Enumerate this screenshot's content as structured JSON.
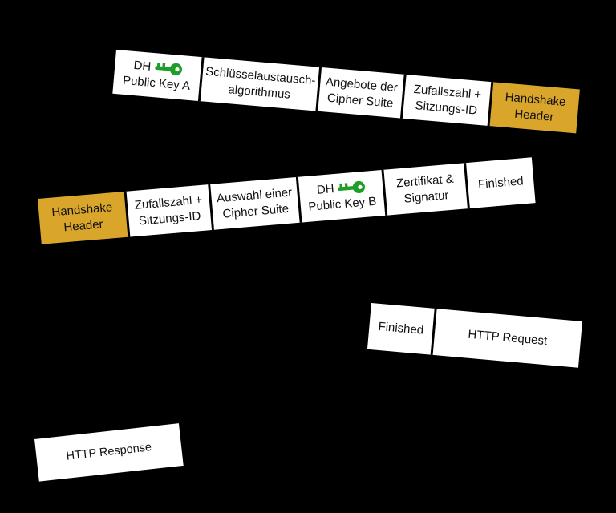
{
  "page": {
    "background": "#000000"
  },
  "colors": {
    "cell_white": "#ffffff",
    "cell_gold": "#D9A62B",
    "border": "#000000",
    "key_green": "#1E9E28",
    "text": "#111111"
  },
  "rows": [
    {
      "id": "client-hello-packet",
      "cells": [
        {
          "type": "key",
          "line1": "DH",
          "icon": "key-icon",
          "line2": "Public Key A",
          "variant": "white"
        },
        {
          "label": "Schlüsselaustausch-\nalgorithmus",
          "variant": "white"
        },
        {
          "label": "Angebote der\nCipher Suite",
          "variant": "white"
        },
        {
          "label": "Zufallszahl +\nSitzungs-ID",
          "variant": "white"
        },
        {
          "label": "Handshake\nHeader",
          "variant": "gold"
        }
      ]
    },
    {
      "id": "server-hello-packet",
      "cells": [
        {
          "label": "Handshake\nHeader",
          "variant": "gold"
        },
        {
          "label": "Zufallszahl +\nSitzungs-ID",
          "variant": "white"
        },
        {
          "label": "Auswahl einer\nCipher Suite",
          "variant": "white"
        },
        {
          "type": "key",
          "line1": "DH",
          "icon": "key-icon",
          "line2": "Public Key B",
          "variant": "white"
        },
        {
          "label": "Zertifikat &\nSignatur",
          "variant": "white"
        },
        {
          "label": "Finished",
          "variant": "white"
        }
      ]
    },
    {
      "id": "client-finished-request-packet",
      "cells": [
        {
          "label": "Finished",
          "variant": "white"
        },
        {
          "label": "HTTP Request",
          "variant": "white"
        }
      ]
    },
    {
      "id": "server-response-packet",
      "cells": [
        {
          "label": "HTTP Response",
          "variant": "white"
        }
      ]
    }
  ]
}
